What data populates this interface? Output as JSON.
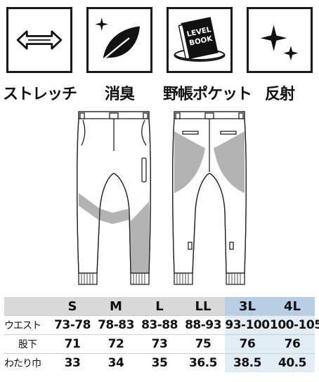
{
  "features": [
    {
      "icon": "stretch-arrows-icon",
      "label": "ストレッチ"
    },
    {
      "icon": "leaf-icon",
      "label": "消臭"
    },
    {
      "icon": "level-book-icon",
      "label": "野帳ポケット",
      "book_text_1": "LEVEL",
      "book_text_2": "BOOK"
    },
    {
      "icon": "sparkle-icon",
      "label": "反射"
    }
  ],
  "size_table": {
    "sizes": [
      "S",
      "M",
      "L",
      "LL",
      "3L",
      "4L"
    ],
    "rows": [
      {
        "label": "ウエスト",
        "values": [
          "73-78",
          "78-83",
          "83-88",
          "88-93",
          "93-100",
          "100-105"
        ]
      },
      {
        "label": "股下",
        "values": [
          "71",
          "72",
          "73",
          "75",
          "76",
          "76"
        ]
      },
      {
        "label": "わたり巾",
        "values": [
          "33",
          "34",
          "35",
          "36.5",
          "38.5",
          "40.5"
        ]
      }
    ]
  },
  "colors": {
    "panel_gray": "#b3b3b3",
    "highlight_header": "#b7cfe4",
    "highlight_cell": "#e3edf6",
    "header_gray": "#d9d9d9"
  }
}
